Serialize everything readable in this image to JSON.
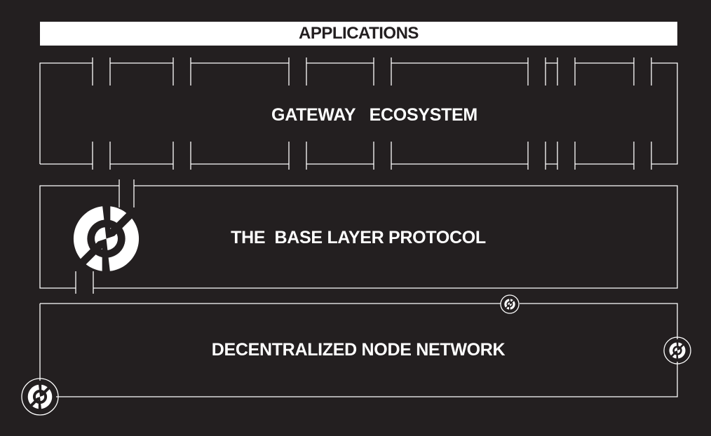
{
  "layers": {
    "applications": {
      "label": "APPLICATIONS"
    },
    "gateway": {
      "label": "GATEWAY   ECOSYSTEM"
    },
    "base": {
      "label": "THE  BASE LAYER PROTOCOL"
    },
    "network": {
      "label": "DECENTRALIZED NODE NETWORK"
    }
  },
  "icons": {
    "main_logo": "split-ring-logo-icon",
    "node_icons": [
      "node-logo-icon-top",
      "node-logo-icon-right",
      "node-logo-icon-bottom-left"
    ]
  },
  "colors": {
    "background": "#231f20",
    "foreground": "#ffffff"
  }
}
